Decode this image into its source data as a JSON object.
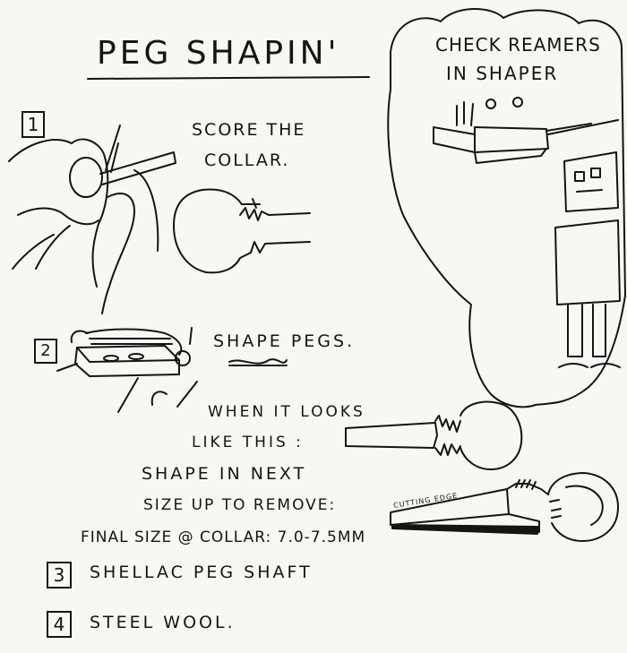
{
  "title": "PEG SHAPIN'",
  "thought_bubble": {
    "line1": "CHECK REAMERS",
    "line2": "IN SHAPER"
  },
  "steps": [
    {
      "number": "1",
      "lines": [
        "SCORE THE",
        "COLLAR."
      ]
    },
    {
      "number": "2",
      "lines": [
        "SHAPE PEGS."
      ]
    },
    {
      "number": "3",
      "lines": [
        "SHELLAC PEG SHAFT"
      ]
    },
    {
      "number": "4",
      "lines": [
        "STEEL WOOL."
      ]
    }
  ],
  "instructions": {
    "line1": "WHEN IT LOOKS",
    "line2": "LIKE THIS :",
    "line3": "SHAPE IN NEXT",
    "line4": "SIZE UP TO REMOVE:",
    "final_size": "FINAL SIZE @ COLLAR: 7.0-7.5mm"
  },
  "cutting_edge_label": "CUTTING EDGE"
}
